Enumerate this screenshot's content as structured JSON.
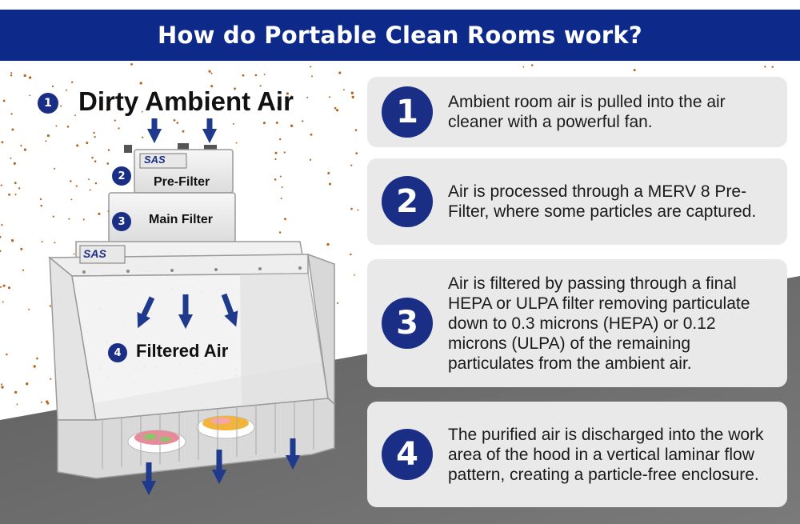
{
  "header": {
    "title": "How do Portable Clean Rooms work?"
  },
  "diagram": {
    "steps": [
      {
        "num": "1",
        "label": "Dirty Ambient Air"
      },
      {
        "num": "2",
        "label": "Pre-Filter"
      },
      {
        "num": "3",
        "label": "Main Filter"
      },
      {
        "num": "4",
        "label": "Filtered Air"
      }
    ],
    "brand": "SAS"
  },
  "cards": [
    {
      "num": "1",
      "text": "Ambient room air is pulled into the air cleaner with a powerful fan."
    },
    {
      "num": "2",
      "text": "Air is processed through a MERV 8 Pre-Filter, where some particles are captured."
    },
    {
      "num": "3",
      "text": "Air is filtered by passing through a final HEPA or ULPA filter removing particulate down to 0.3 microns (HEPA) or 0.12 microns (ULPA) of the remaining particulates from the ambient air."
    },
    {
      "num": "4",
      "text": "The purified air is discharged into the work area of the hood in a vertical laminar flow pattern, creating a particle-free enclosure."
    }
  ],
  "colors": {
    "header": "#0d2a8a",
    "badge": "#1b2e86",
    "arrow": "#1f3a8c",
    "floor": "#6a6a6a",
    "card": "#e9e9e9",
    "particle": "#b5651d"
  }
}
